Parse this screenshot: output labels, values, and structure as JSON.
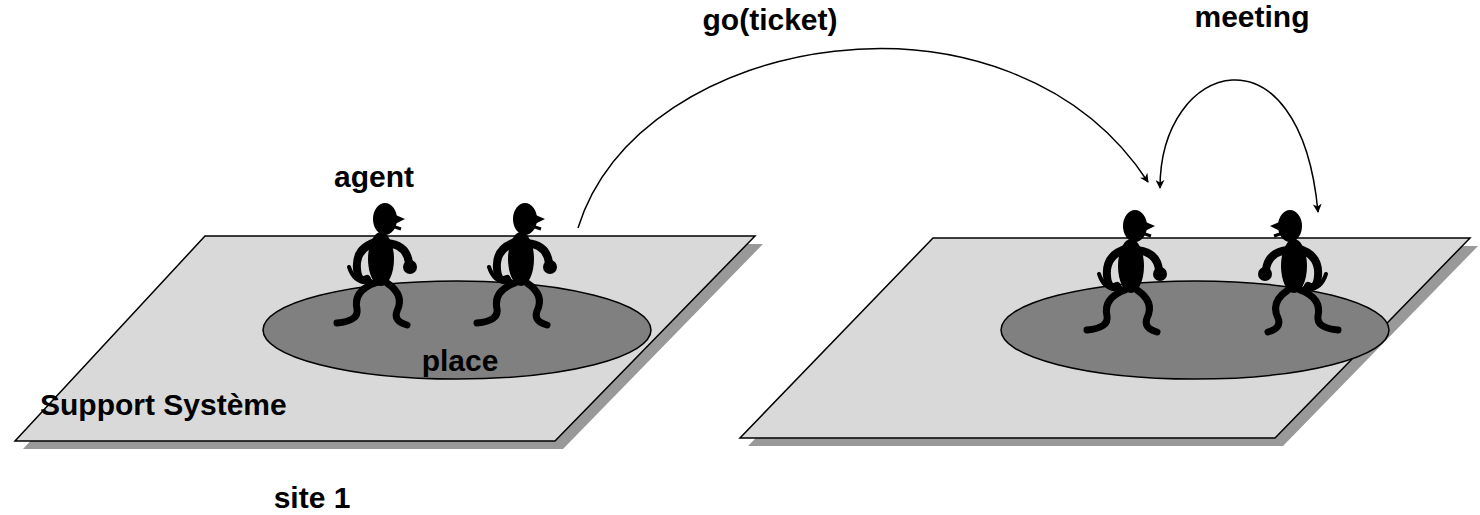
{
  "diagram": {
    "nodes": [
      {
        "text": [
          "Support Système",
          "site 1"
        ]
      },
      {
        "text": [
          "place"
        ],
        "in": 0
      }
    ],
    "labels": [
      "agent",
      "go(ticket)",
      "meeting"
    ]
  }
}
